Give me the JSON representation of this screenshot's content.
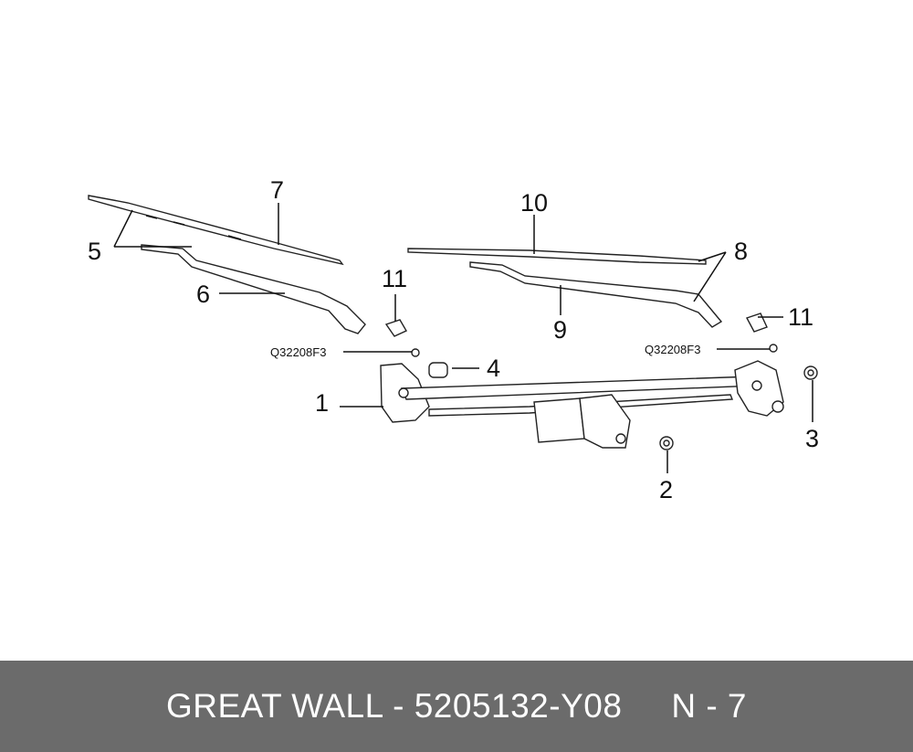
{
  "callouts": {
    "n1": "1",
    "n2": "2",
    "n3": "3",
    "n4": "4",
    "n5": "5",
    "n6": "6",
    "n7": "7",
    "n8": "8",
    "n9": "9",
    "n10": "10",
    "n11a": "11",
    "n11b": "11",
    "code_left": "Q32208F3",
    "code_right": "Q32208F3"
  },
  "footer": {
    "brand": "GREAT WALL",
    "separator": " - ",
    "part_number": "5205132-Y08",
    "page": "N - 7"
  },
  "colors": {
    "footer_bg": "#6b6b6b",
    "footer_text": "#ffffff"
  }
}
